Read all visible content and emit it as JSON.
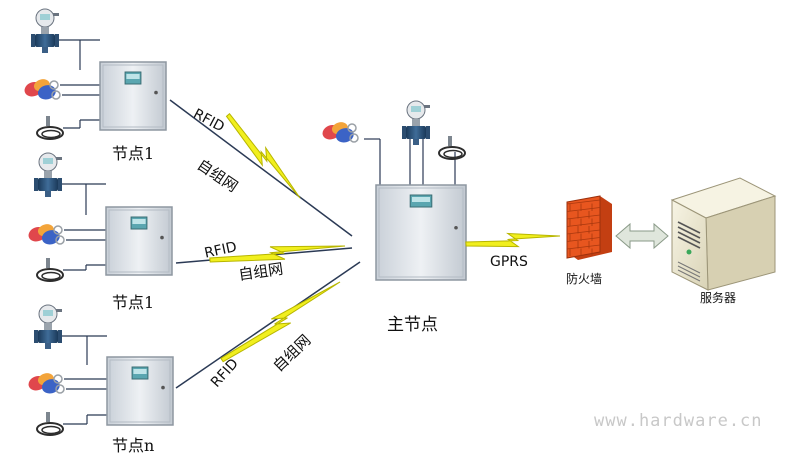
{
  "diagram": {
    "nodes": [
      {
        "label": "节点1"
      },
      {
        "label": "节点1"
      },
      {
        "label": "节点n"
      }
    ],
    "main_node": {
      "label": "主节点"
    },
    "links": [
      {
        "protocol": "RFID",
        "mesh": "自组网"
      },
      {
        "protocol": "RFID",
        "mesh": "自组网"
      },
      {
        "protocol": "RFID",
        "mesh": "自组网"
      }
    ],
    "uplink": {
      "protocol": "GPRS"
    },
    "firewall": {
      "label": "防火墙"
    },
    "server": {
      "label": "服务器"
    },
    "watermark": "www.hardware.cn"
  },
  "colors": {
    "bolt": "#f1ef1e",
    "bolt_edge": "#b8b600",
    "line": "#2b3a55",
    "cabinet": "#dde3ea",
    "firewall": "#e8561f",
    "server": "#f2efdc"
  },
  "icons": [
    "flowmeter-icon",
    "rfid-tag-icon",
    "pressure-sensor-icon",
    "control-cabinet-icon",
    "lightning-bolt-icon",
    "firewall-icon",
    "server-icon",
    "double-arrow-icon"
  ]
}
